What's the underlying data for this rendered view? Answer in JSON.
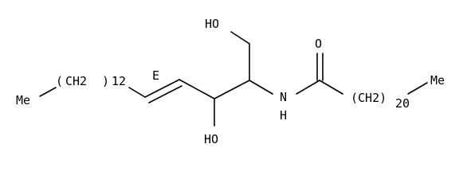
{
  "molecule": {
    "labels": {
      "left_terminal": "Me",
      "left_chain_paren_open": "(",
      "left_chain_group": "CH2",
      "left_chain_paren_close": ")",
      "left_chain_count": "12",
      "stereo_descriptor": "E",
      "hydroxyl_top": "HO",
      "hydroxyl_bottom": "HO",
      "amide_nitrogen": "N",
      "amide_hydrogen": "H",
      "carbonyl_oxygen": "O",
      "right_chain_group": "(CH2)",
      "right_chain_count": "20",
      "right_terminal": "Me"
    }
  }
}
